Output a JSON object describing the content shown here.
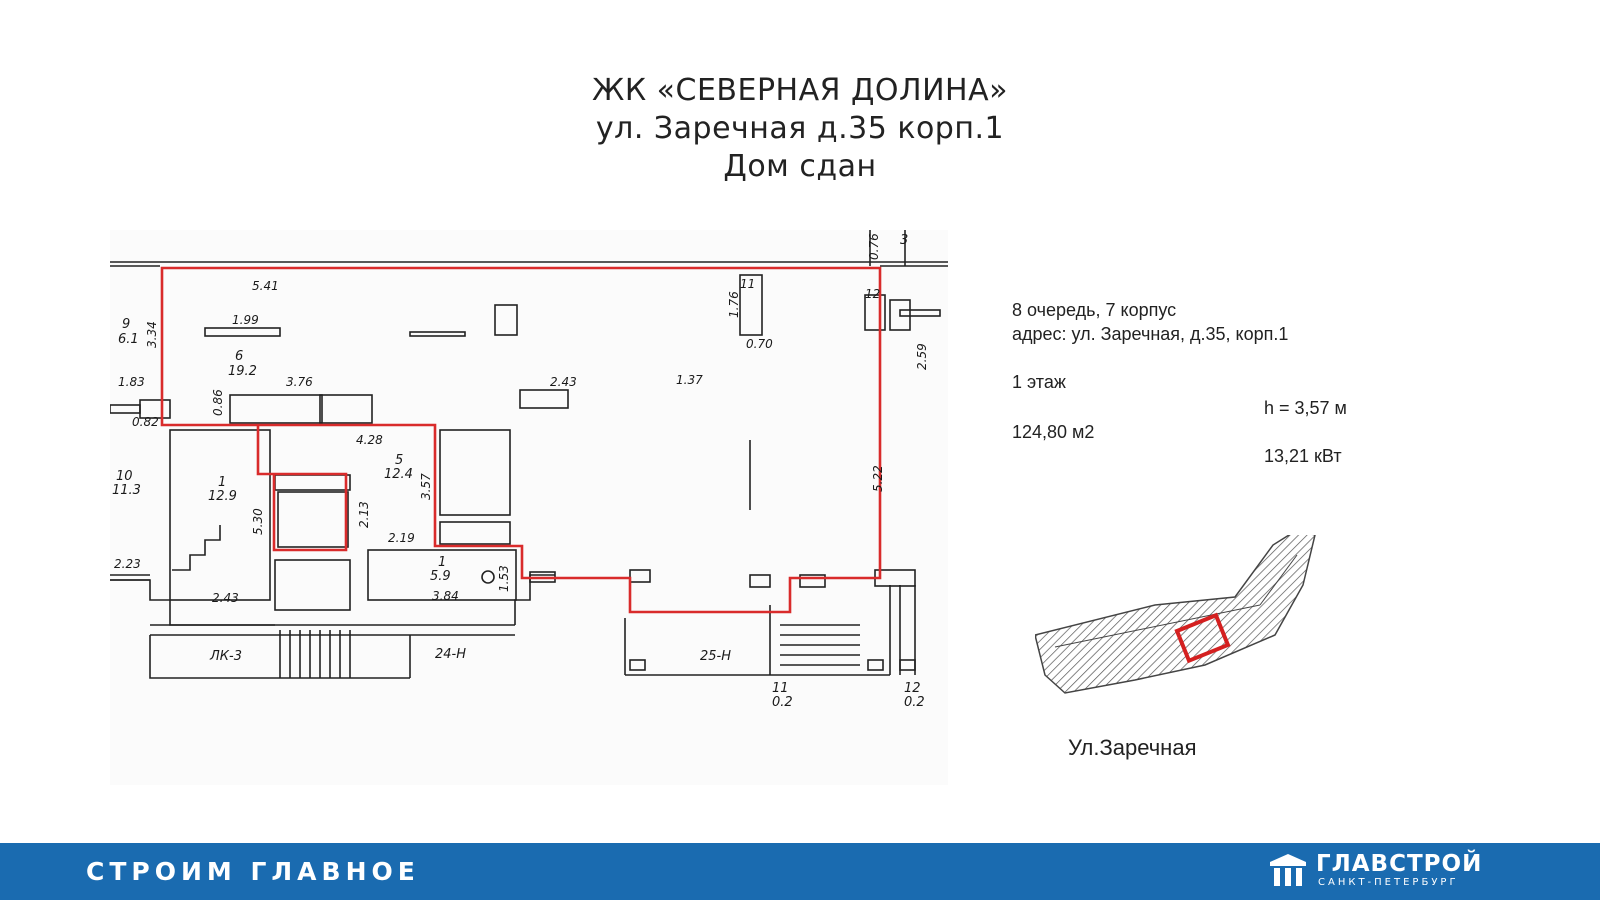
{
  "header": {
    "title": "ЖК «СЕВЕРНАЯ ДОЛИНА»",
    "address": "ул. Заречная д.35 корп.1",
    "status": "Дом сдан"
  },
  "info": {
    "queue": "8 очередь, 7 корпус",
    "address": "адрес: ул. Заречная, д.35, корп.1",
    "floor": "1 этаж",
    "height": "h = 3,57 м",
    "area": "124,80 м2",
    "power": "13,21 кВт"
  },
  "plan": {
    "accent_color": "#d92b2b",
    "dims": [
      "5.41",
      "1.99",
      "3.76",
      "1.83",
      "0.82",
      "0.86",
      "3.34",
      "4.28",
      "2.13",
      "2.19",
      "3.57",
      "5.30",
      "2.43",
      "3.84",
      "1.53",
      "2.23",
      "2.43",
      "1.37",
      "1.76",
      "0.70",
      "0.76",
      "2.59",
      "5.22"
    ],
    "rooms": [
      {
        "num": "9",
        "area": "6.1"
      },
      {
        "num": "6",
        "area": "19.2"
      },
      {
        "num": "5",
        "area": "12.4"
      },
      {
        "num": "1",
        "area": "12.9"
      },
      {
        "num": "10",
        "area": "11.3"
      },
      {
        "num": "1",
        "area": "5.9"
      },
      {
        "num": "11",
        "area": "0.2"
      },
      {
        "num": "12",
        "area": "0.2"
      }
    ],
    "marks": [
      "ЛК-3",
      "24-Н",
      "25-Н",
      "3",
      "11",
      "12"
    ]
  },
  "minimap": {
    "street": "Ул.Заречная",
    "highlight_color": "#d42020"
  },
  "footer": {
    "slogan": "СТРОИМ ГЛАВНОЕ",
    "brand": "ГЛАВСТРОЙ",
    "city": "САНКТ-ПЕТЕРБУРГ",
    "color": "#1a6bb0"
  }
}
